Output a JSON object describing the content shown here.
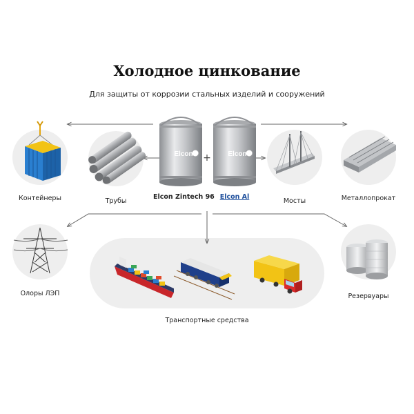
{
  "header": {
    "title": "Холодное цинкование",
    "subtitle": "Для защиты от коррозии стальных изделий и сооружений"
  },
  "products": [
    {
      "name": "Elcon Zintech 96",
      "brand": "Elcon"
    },
    {
      "name": "Elcon Al",
      "brand": "Elcon"
    }
  ],
  "plus_sign": "+",
  "applications": {
    "containers": "Контейнеры",
    "pipes": "Трубы",
    "bridges": "Мосты",
    "metal": "Металлопрокат",
    "power": "Олоры ЛЭП",
    "tanks": "Резервуары",
    "transport": "Транспортные средства"
  },
  "colors": {
    "circle": "#eeeeee",
    "arrow": "#666666",
    "container_blue": "#2a7fd0",
    "container_yellow": "#f2c315",
    "truck_yellow": "#f2c315",
    "truck_red": "#d92b2b",
    "train_blue": "#1f3f8a",
    "ship_red": "#c8262a",
    "link": "#1e4f9c"
  }
}
